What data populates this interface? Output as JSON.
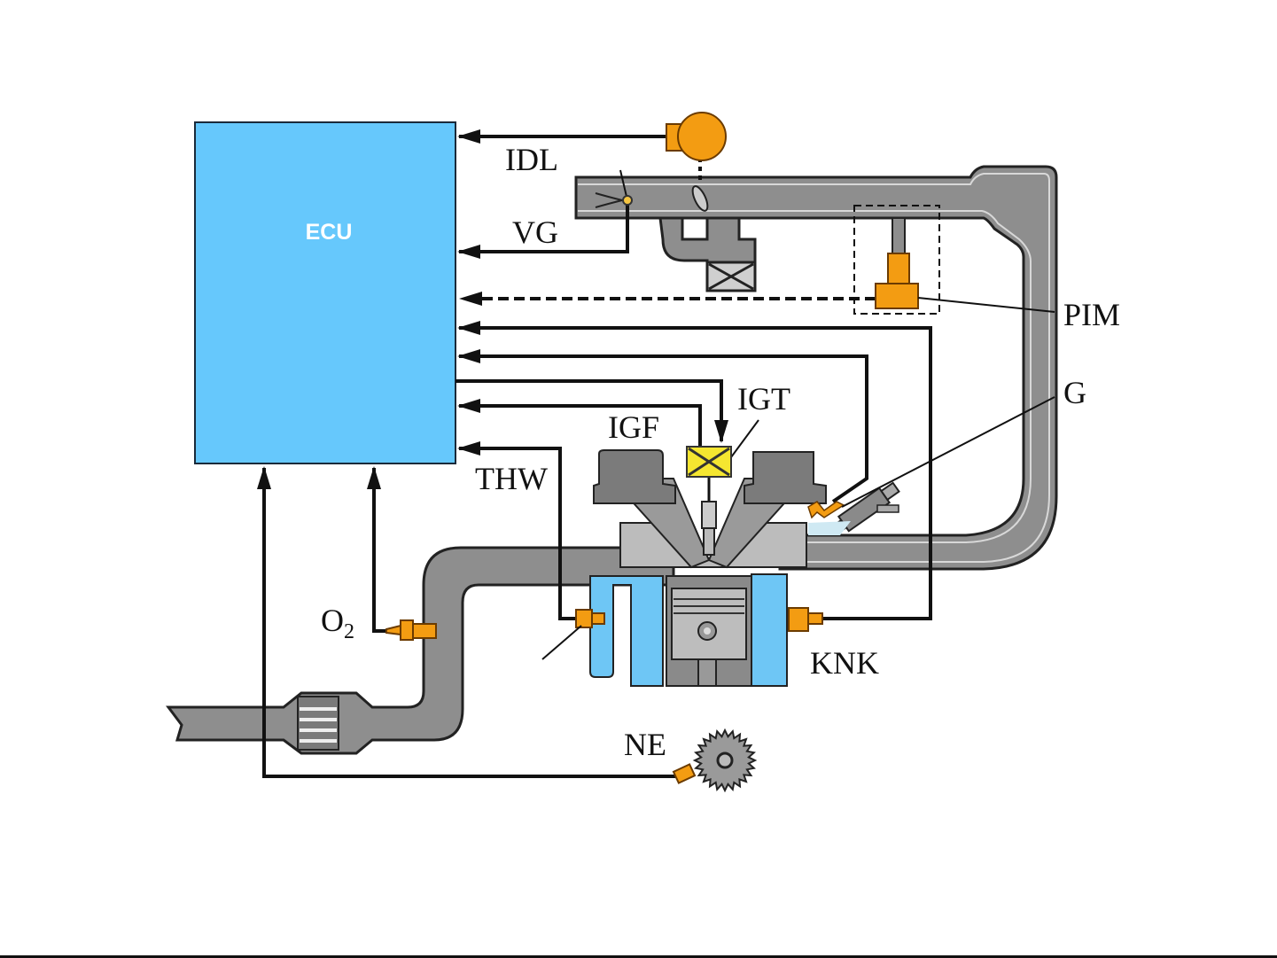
{
  "diagram": {
    "title": "Engine electronic control system",
    "controller": {
      "label": "ECU",
      "color": "#66c8fc"
    },
    "signals": [
      {
        "id": "idl",
        "label": "IDL",
        "component": "throttle position sensor",
        "direction": "to-ecu"
      },
      {
        "id": "vg",
        "label": "VG",
        "component": "air flow meter",
        "direction": "to-ecu"
      },
      {
        "id": "pim",
        "label": "PIM",
        "component": "manifold pressure sensor",
        "direction": "to-ecu",
        "line_style": "dashed"
      },
      {
        "id": "g",
        "label": "G",
        "component": "fuel injector",
        "direction": "from-ecu"
      },
      {
        "id": "igt",
        "label": "IGT",
        "component": "igniter / ignition coil",
        "direction": "from-ecu"
      },
      {
        "id": "igf",
        "label": "IGF",
        "component": "igniter feedback",
        "direction": "to-ecu"
      },
      {
        "id": "thw",
        "label": "THW",
        "component": "coolant temperature sensor",
        "direction": "to-ecu"
      },
      {
        "id": "knk",
        "label": "KNK",
        "component": "knock sensor",
        "direction": "to-ecu"
      },
      {
        "id": "o2",
        "label": "O",
        "label_sub": "2",
        "component": "oxygen sensor",
        "direction": "to-ecu"
      },
      {
        "id": "ne",
        "label": "NE",
        "component": "crankshaft position sensor",
        "direction": "to-ecu"
      }
    ],
    "colors": {
      "ecu": "#66c8fc",
      "sensor": "#f39c12",
      "igniter": "#f5e630",
      "pipe": "#8e8e8e",
      "coolant": "#6ec6f5",
      "wire": "#111111"
    }
  }
}
